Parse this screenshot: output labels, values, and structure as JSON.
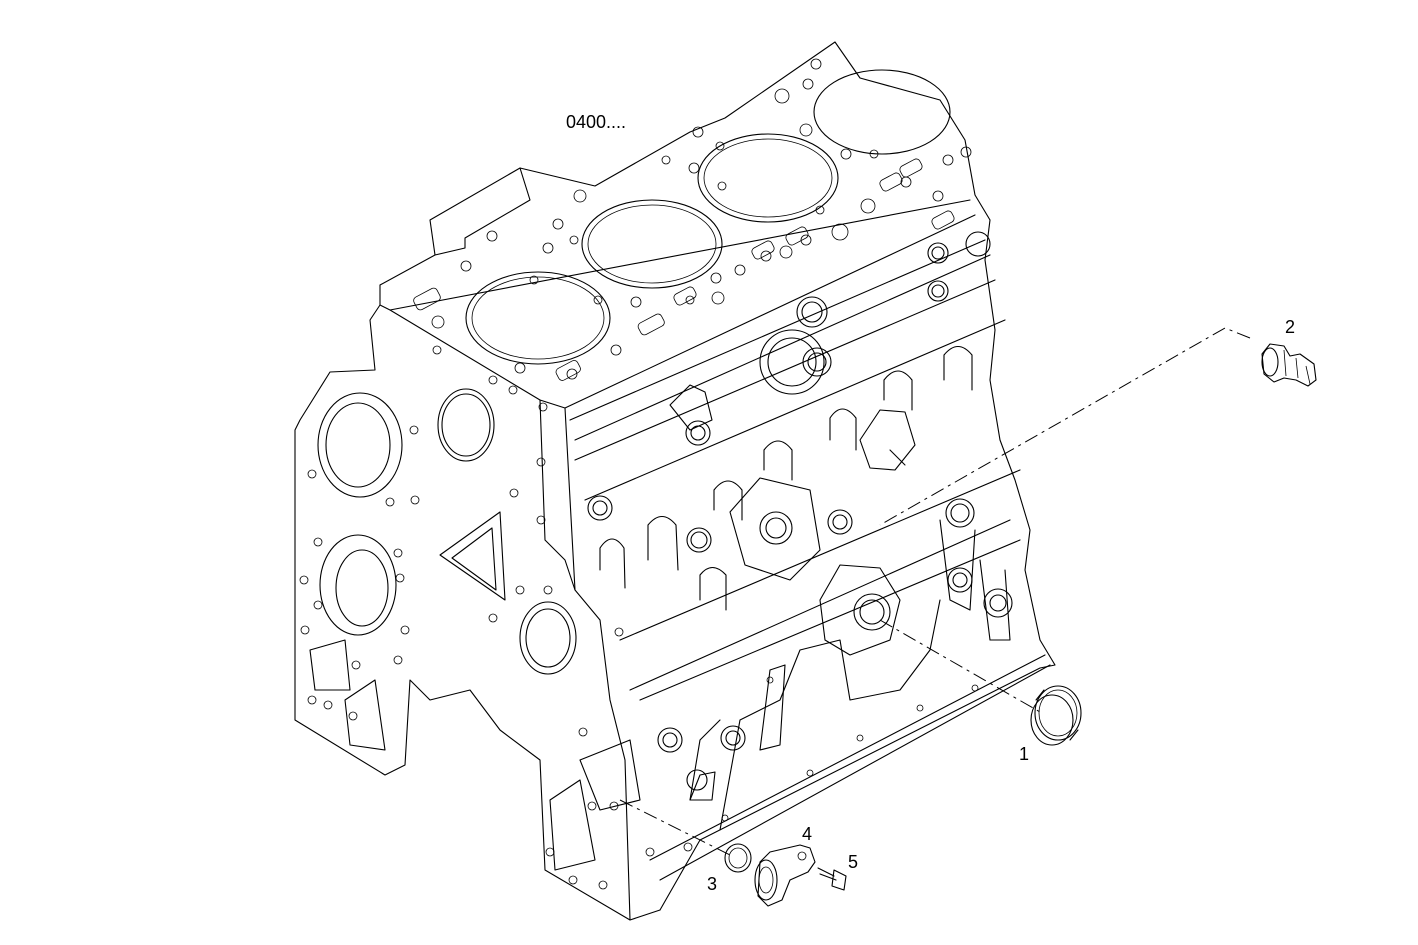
{
  "diagram": {
    "reference": "0400....",
    "callouts": [
      {
        "id": "1",
        "text": "1"
      },
      {
        "id": "2",
        "text": "2"
      },
      {
        "id": "3",
        "text": "3"
      },
      {
        "id": "4",
        "text": "4"
      },
      {
        "id": "5",
        "text": "5"
      }
    ]
  }
}
